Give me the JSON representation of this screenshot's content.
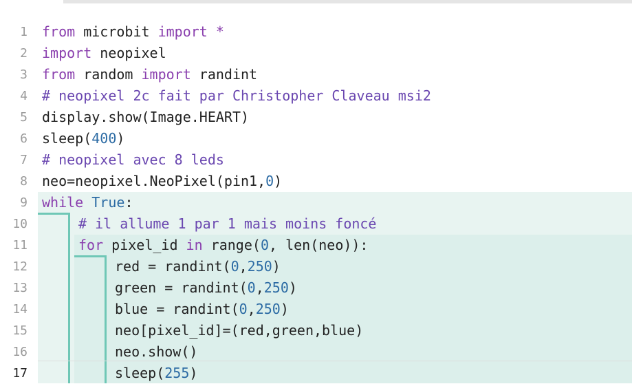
{
  "editor": {
    "lines": [
      {
        "number": "1",
        "tokens": [
          {
            "t": "from",
            "k": "keyword"
          },
          {
            "t": " microbit ",
            "k": "plain"
          },
          {
            "t": "import",
            "k": "keyword"
          },
          {
            "t": " *",
            "k": "keyword"
          }
        ]
      },
      {
        "number": "2",
        "tokens": [
          {
            "t": "import",
            "k": "keyword"
          },
          {
            "t": " neopixel",
            "k": "plain"
          }
        ]
      },
      {
        "number": "3",
        "tokens": [
          {
            "t": "from",
            "k": "keyword"
          },
          {
            "t": " random ",
            "k": "plain"
          },
          {
            "t": "import",
            "k": "keyword"
          },
          {
            "t": " randint",
            "k": "plain"
          }
        ]
      },
      {
        "number": "4",
        "tokens": [
          {
            "t": "# neopixel 2c fait par Christopher Claveau msi2",
            "k": "comment"
          }
        ]
      },
      {
        "number": "5",
        "tokens": [
          {
            "t": "display.show(Image.HEART)",
            "k": "plain"
          }
        ]
      },
      {
        "number": "6",
        "tokens": [
          {
            "t": "sleep(",
            "k": "plain"
          },
          {
            "t": "400",
            "k": "number"
          },
          {
            "t": ")",
            "k": "plain"
          }
        ]
      },
      {
        "number": "7",
        "tokens": [
          {
            "t": "# neopixel avec 8 leds",
            "k": "comment"
          }
        ]
      },
      {
        "number": "8",
        "tokens": [
          {
            "t": "neo=neopixel.NeoPixel(pin1,",
            "k": "plain"
          },
          {
            "t": "0",
            "k": "number"
          },
          {
            "t": ")",
            "k": "plain"
          }
        ]
      },
      {
        "number": "9",
        "tokens": [
          {
            "t": "while",
            "k": "keyword"
          },
          {
            "t": " ",
            "k": "plain"
          },
          {
            "t": "True",
            "k": "number"
          },
          {
            "t": ":",
            "k": "plain"
          }
        ]
      },
      {
        "number": "10",
        "indent": 1,
        "tokens": [
          {
            "t": "# il allume 1 par 1 mais moins foncé",
            "k": "comment"
          }
        ]
      },
      {
        "number": "11",
        "indent": 1,
        "tokens": [
          {
            "t": "for",
            "k": "keyword"
          },
          {
            "t": " pixel_id ",
            "k": "plain"
          },
          {
            "t": "in",
            "k": "keyword"
          },
          {
            "t": " range(",
            "k": "plain"
          },
          {
            "t": "0",
            "k": "number"
          },
          {
            "t": ", len(neo)):",
            "k": "plain"
          }
        ]
      },
      {
        "number": "12",
        "indent": 2,
        "tokens": [
          {
            "t": "red = randint(",
            "k": "plain"
          },
          {
            "t": "0",
            "k": "number"
          },
          {
            "t": ",",
            "k": "plain"
          },
          {
            "t": "250",
            "k": "number"
          },
          {
            "t": ")",
            "k": "plain"
          }
        ]
      },
      {
        "number": "13",
        "indent": 2,
        "tokens": [
          {
            "t": "green = randint(",
            "k": "plain"
          },
          {
            "t": "0",
            "k": "number"
          },
          {
            "t": ",",
            "k": "plain"
          },
          {
            "t": "250",
            "k": "number"
          },
          {
            "t": ")",
            "k": "plain"
          }
        ]
      },
      {
        "number": "14",
        "indent": 2,
        "tokens": [
          {
            "t": "blue = randint(",
            "k": "plain"
          },
          {
            "t": "0",
            "k": "number"
          },
          {
            "t": ",",
            "k": "plain"
          },
          {
            "t": "250",
            "k": "number"
          },
          {
            "t": ")",
            "k": "plain"
          }
        ]
      },
      {
        "number": "15",
        "indent": 2,
        "tokens": [
          {
            "t": "neo[pixel_id]=(red,green,blue)",
            "k": "plain"
          }
        ]
      },
      {
        "number": "16",
        "indent": 2,
        "tokens": [
          {
            "t": "neo.show()",
            "k": "plain"
          }
        ]
      },
      {
        "number": "17",
        "indent": 2,
        "active": true,
        "tokens": [
          {
            "t": "sleep(",
            "k": "plain"
          },
          {
            "t": "255",
            "k": "number"
          },
          {
            "t": ")",
            "k": "plain"
          }
        ]
      }
    ]
  },
  "colors": {
    "keyword": "#8a3fae",
    "comment": "#6a47b0",
    "number": "#2c6ba4",
    "block_bar": "#6fc7b6",
    "block_bg": "#e8f4f1"
  }
}
